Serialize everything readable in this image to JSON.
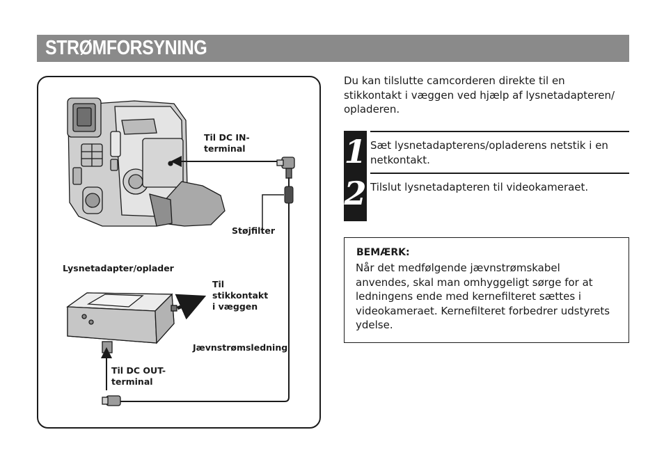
{
  "page": {
    "title": "STRØMFORSYNING",
    "title_bar_color": "#8a8a8a"
  },
  "figure": {
    "labels": {
      "dc_in": "Til DC IN-\nterminal",
      "noise_filter": "Støjfilter",
      "adapter": "Lysnetadapter/oplader",
      "wall_outlet": "Til\nstikkontakt\ni væggen",
      "dc_cable": "Jævnstrømsledning",
      "dc_out": "Til DC OUT-\nterminal"
    },
    "illustrations": [
      "camcorder-illustration",
      "ac-adapter-illustration",
      "dc-cable",
      "noise-filter-core",
      "plug-icon",
      "arrow-icon"
    ]
  },
  "intro_text": "Du kan tilslutte camcorderen direkte til en\nstikkontakt i væggen ved hjælp af lysnetadapteren/\nopladeren.",
  "steps": [
    {
      "number": "1",
      "text": "Sæt lysnetadapterens/opladerens netstik i en\nnetkontakt."
    },
    {
      "number": "2",
      "text": "Tilslut lysnetadapteren til videokameraet."
    }
  ],
  "note": {
    "title": "BEMÆRK:",
    "body": "Når det medfølgende jævnstrømskabel\nanvendes, skal man omhyggeligt sørge for at\nledningens ende med kernefilteret sættes i\nvideokameraet. Kernefilteret forbedrer udstyrets\nydelse."
  }
}
